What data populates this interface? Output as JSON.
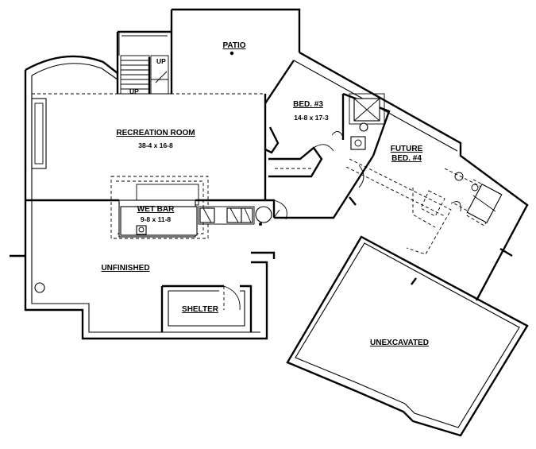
{
  "rooms": {
    "patio": {
      "name": "PATIO"
    },
    "recreation": {
      "name": "RECREATION ROOM",
      "size": "38-4 x 16-8"
    },
    "wet_bar": {
      "name": "WET BAR",
      "size": "9-8 x 11-8"
    },
    "bed3": {
      "name": "BED. #3",
      "size": "14-8 x 17-3"
    },
    "future_bed4": {
      "name_line1": "FUTURE",
      "name_line2": "BED. #4"
    },
    "unfinished": {
      "name": "UNFINISHED"
    },
    "shelter": {
      "name": "SHELTER"
    },
    "unexcavated": {
      "name": "UNEXCAVATED"
    }
  },
  "stairs": {
    "up_upper": "UP",
    "up_lower": "UP"
  }
}
